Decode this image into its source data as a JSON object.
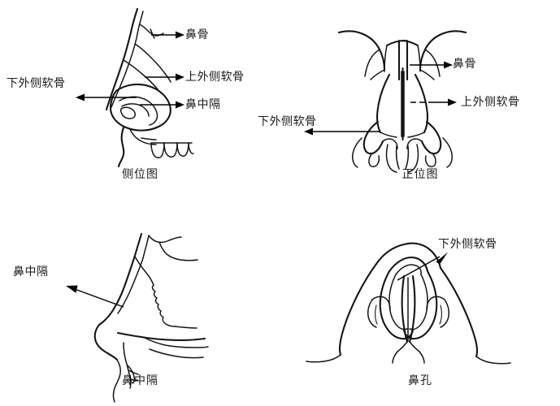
{
  "figure": {
    "title_visible": false,
    "background_color": "#ffffff",
    "ink_color": "#151515",
    "panel_count": 4
  },
  "panels": [
    {
      "id": "lateral-view",
      "caption": "侧位图",
      "labels": [
        {
          "text": "鼻骨",
          "side": "right"
        },
        {
          "text": "上外侧软骨",
          "side": "right"
        },
        {
          "text": "鼻中隔",
          "side": "right"
        },
        {
          "text": "下外侧软骨",
          "side": "left"
        }
      ]
    },
    {
      "id": "frontal-view",
      "caption": "正位图",
      "labels": [
        {
          "text": "鼻骨",
          "side": "right"
        },
        {
          "text": "上外侧软骨",
          "side": "right"
        },
        {
          "text": "下外侧软骨",
          "side": "left"
        }
      ]
    },
    {
      "id": "septum-view",
      "caption": "鼻中隔",
      "labels": [
        {
          "text": "鼻中隔",
          "side": "left"
        }
      ]
    },
    {
      "id": "nostril-view",
      "caption": "鼻孔",
      "labels": [
        {
          "text": "下外侧软骨",
          "side": "right"
        }
      ]
    }
  ]
}
